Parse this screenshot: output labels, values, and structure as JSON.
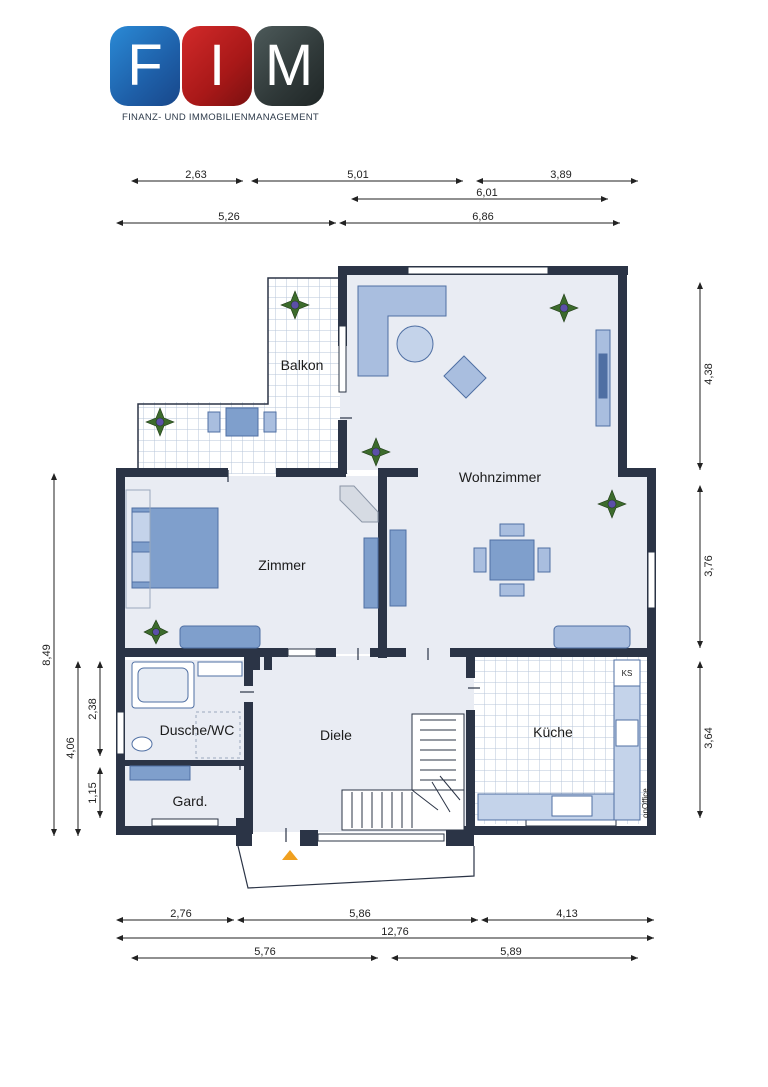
{
  "logo": {
    "letters": [
      "F",
      "I",
      "M"
    ],
    "tagline": "FINANZ- UND IMMOBILIENMANAGEMENT"
  },
  "rooms": {
    "balkon": "Balkon",
    "wohnzimmer": "Wohnzimmer",
    "zimmer": "Zimmer",
    "dusche_wc": "Dusche/WC",
    "diele": "Diele",
    "kueche": "Küche",
    "garderobe": "Gard.",
    "ks": "KS"
  },
  "brand_mark": "onOffice",
  "dimensions": {
    "top_row1": [
      "2,63",
      "5,01",
      "3,89"
    ],
    "top_row2": "6,01",
    "top_row3": [
      "5,26",
      "6,86"
    ],
    "bottom_row1": [
      "2,76",
      "5,86",
      "4,13"
    ],
    "bottom_row2": "12,76",
    "bottom_row3": [
      "5,76",
      "5,89"
    ],
    "right": [
      "4,38",
      "3,76",
      "3,64"
    ],
    "left_outer": "8,49",
    "left_mid": "4,06",
    "left_inner": [
      "2,38",
      "1,15"
    ]
  },
  "colors": {
    "wall": "#2b3446",
    "floor": "#e9ecf3",
    "tile_line": "#b7c6d8",
    "furniture": "#7f9fcc",
    "furniture_dark": "#4f6fa3",
    "logo_blue": "#1e5fa8",
    "logo_red": "#b81c1c",
    "logo_dark": "#333c3c",
    "entrance_arrow": "#f0a020"
  }
}
